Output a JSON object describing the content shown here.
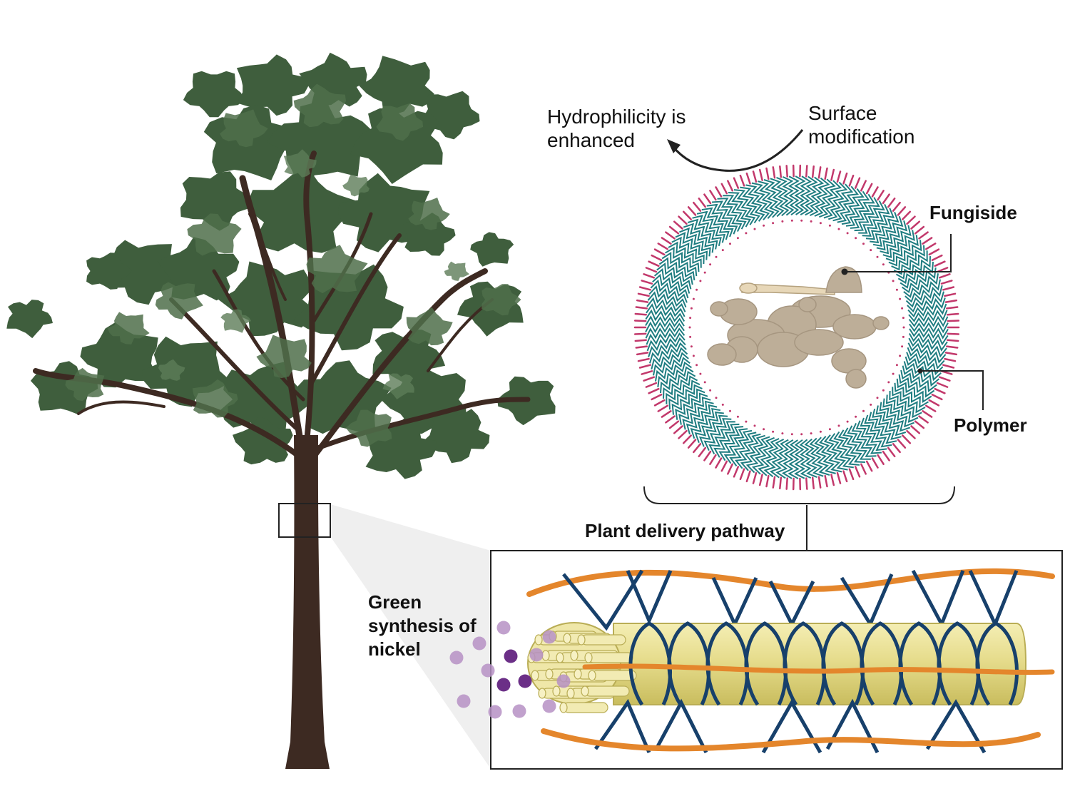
{
  "labels": {
    "hydrophilicity": [
      "Hydrophilicity is",
      "enhanced"
    ],
    "surface_modification": [
      "Surface",
      "modification"
    ],
    "fungiside": "Fungiside",
    "polymer": "Polymer",
    "plant_delivery_pathway": "Plant delivery pathway",
    "green_synthesis": [
      "Green",
      "synthesis of",
      "nickel"
    ]
  },
  "colors": {
    "leaf_dark": "#3f5e3d",
    "leaf_mid": "#4f6e4a",
    "leaf_light": "#5d7c58",
    "trunk": "#3d2a22",
    "polymer_chain": "#1e7c80",
    "polymer_head": "#c2386b",
    "fungus": "#bdae98",
    "fiber": "#e3d98a",
    "mesh_blue": "#17406b",
    "mesh_orange": "#e4862c",
    "nickel_dark": "#6b2f87",
    "nickel_light": "#b690c4"
  }
}
